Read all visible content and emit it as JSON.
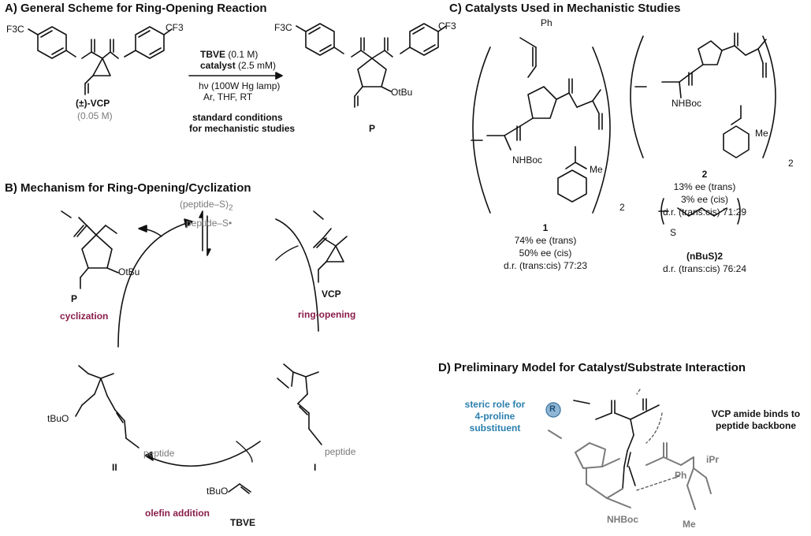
{
  "panelA": {
    "title": "A) General Scheme for Ring-Opening Reaction",
    "substrate_name": "(±)-VCP",
    "substrate_conc": "(0.05 M)",
    "reagent1": "TBVE",
    "reagent1_conc": "(0.1 M)",
    "reagent2": "catalyst",
    "reagent2_conc": "(2.5 mM)",
    "cond1": "hν (100W Hg lamp)",
    "cond2": "Ar, THF, RT",
    "std1": "standard conditions",
    "std2": "for mechanistic studies",
    "product": "P",
    "cf3": "CF3",
    "f3c": "F3C",
    "otbu": "OtBu"
  },
  "panelB": {
    "title": "B) Mechanism for Ring-Opening/Cyclization",
    "dimer": "peptide–S",
    "dimer_sub": "2",
    "radical": "peptide–S•",
    "vcp": "VCP",
    "p": "P",
    "i": "I",
    "ii": "II",
    "tbve": "TBVE",
    "step_cyclization": "cyclization",
    "step_ring_opening": "ring-opening",
    "step_olefin": "olefin addition",
    "peptide": "peptide",
    "tbuo": "tBuO"
  },
  "panelC": {
    "title": "C) Catalysts Used in Mechanistic Studies",
    "cat1_number": "1",
    "cat1_ee_trans": "74% ee (trans)",
    "cat1_ee_cis": "50% ee (cis)",
    "cat1_dr": "d.r. (trans:cis) 77:23",
    "cat2_number": "2",
    "cat2_ee_trans": "13% ee (trans)",
    "cat2_ee_cis": "3% ee (cis)",
    "cat2_dr": "d.r. (trans:cis) 71:29",
    "cat3_name": "(nBuS)2",
    "cat3_dr": "d.r. (trans:cis) 76:24",
    "nhboc": "NHBoc",
    "me": "Me",
    "ph": "Ph",
    "sub2": "2"
  },
  "panelD": {
    "title": "D) Preliminary Model for Catalyst/Substrate Interaction",
    "steric_note": "steric role for 4-proline substituent",
    "binding_note": "VCP amide binds to peptide backbone",
    "r_label": "R",
    "ipr": "iPr",
    "ph": "Ph",
    "nhboc": "NHBoc",
    "me": "Me"
  },
  "colors": {
    "maroon": "#8a1d4a",
    "blue": "#2a7fae",
    "gray": "#7a7a7a",
    "black": "#111111"
  }
}
